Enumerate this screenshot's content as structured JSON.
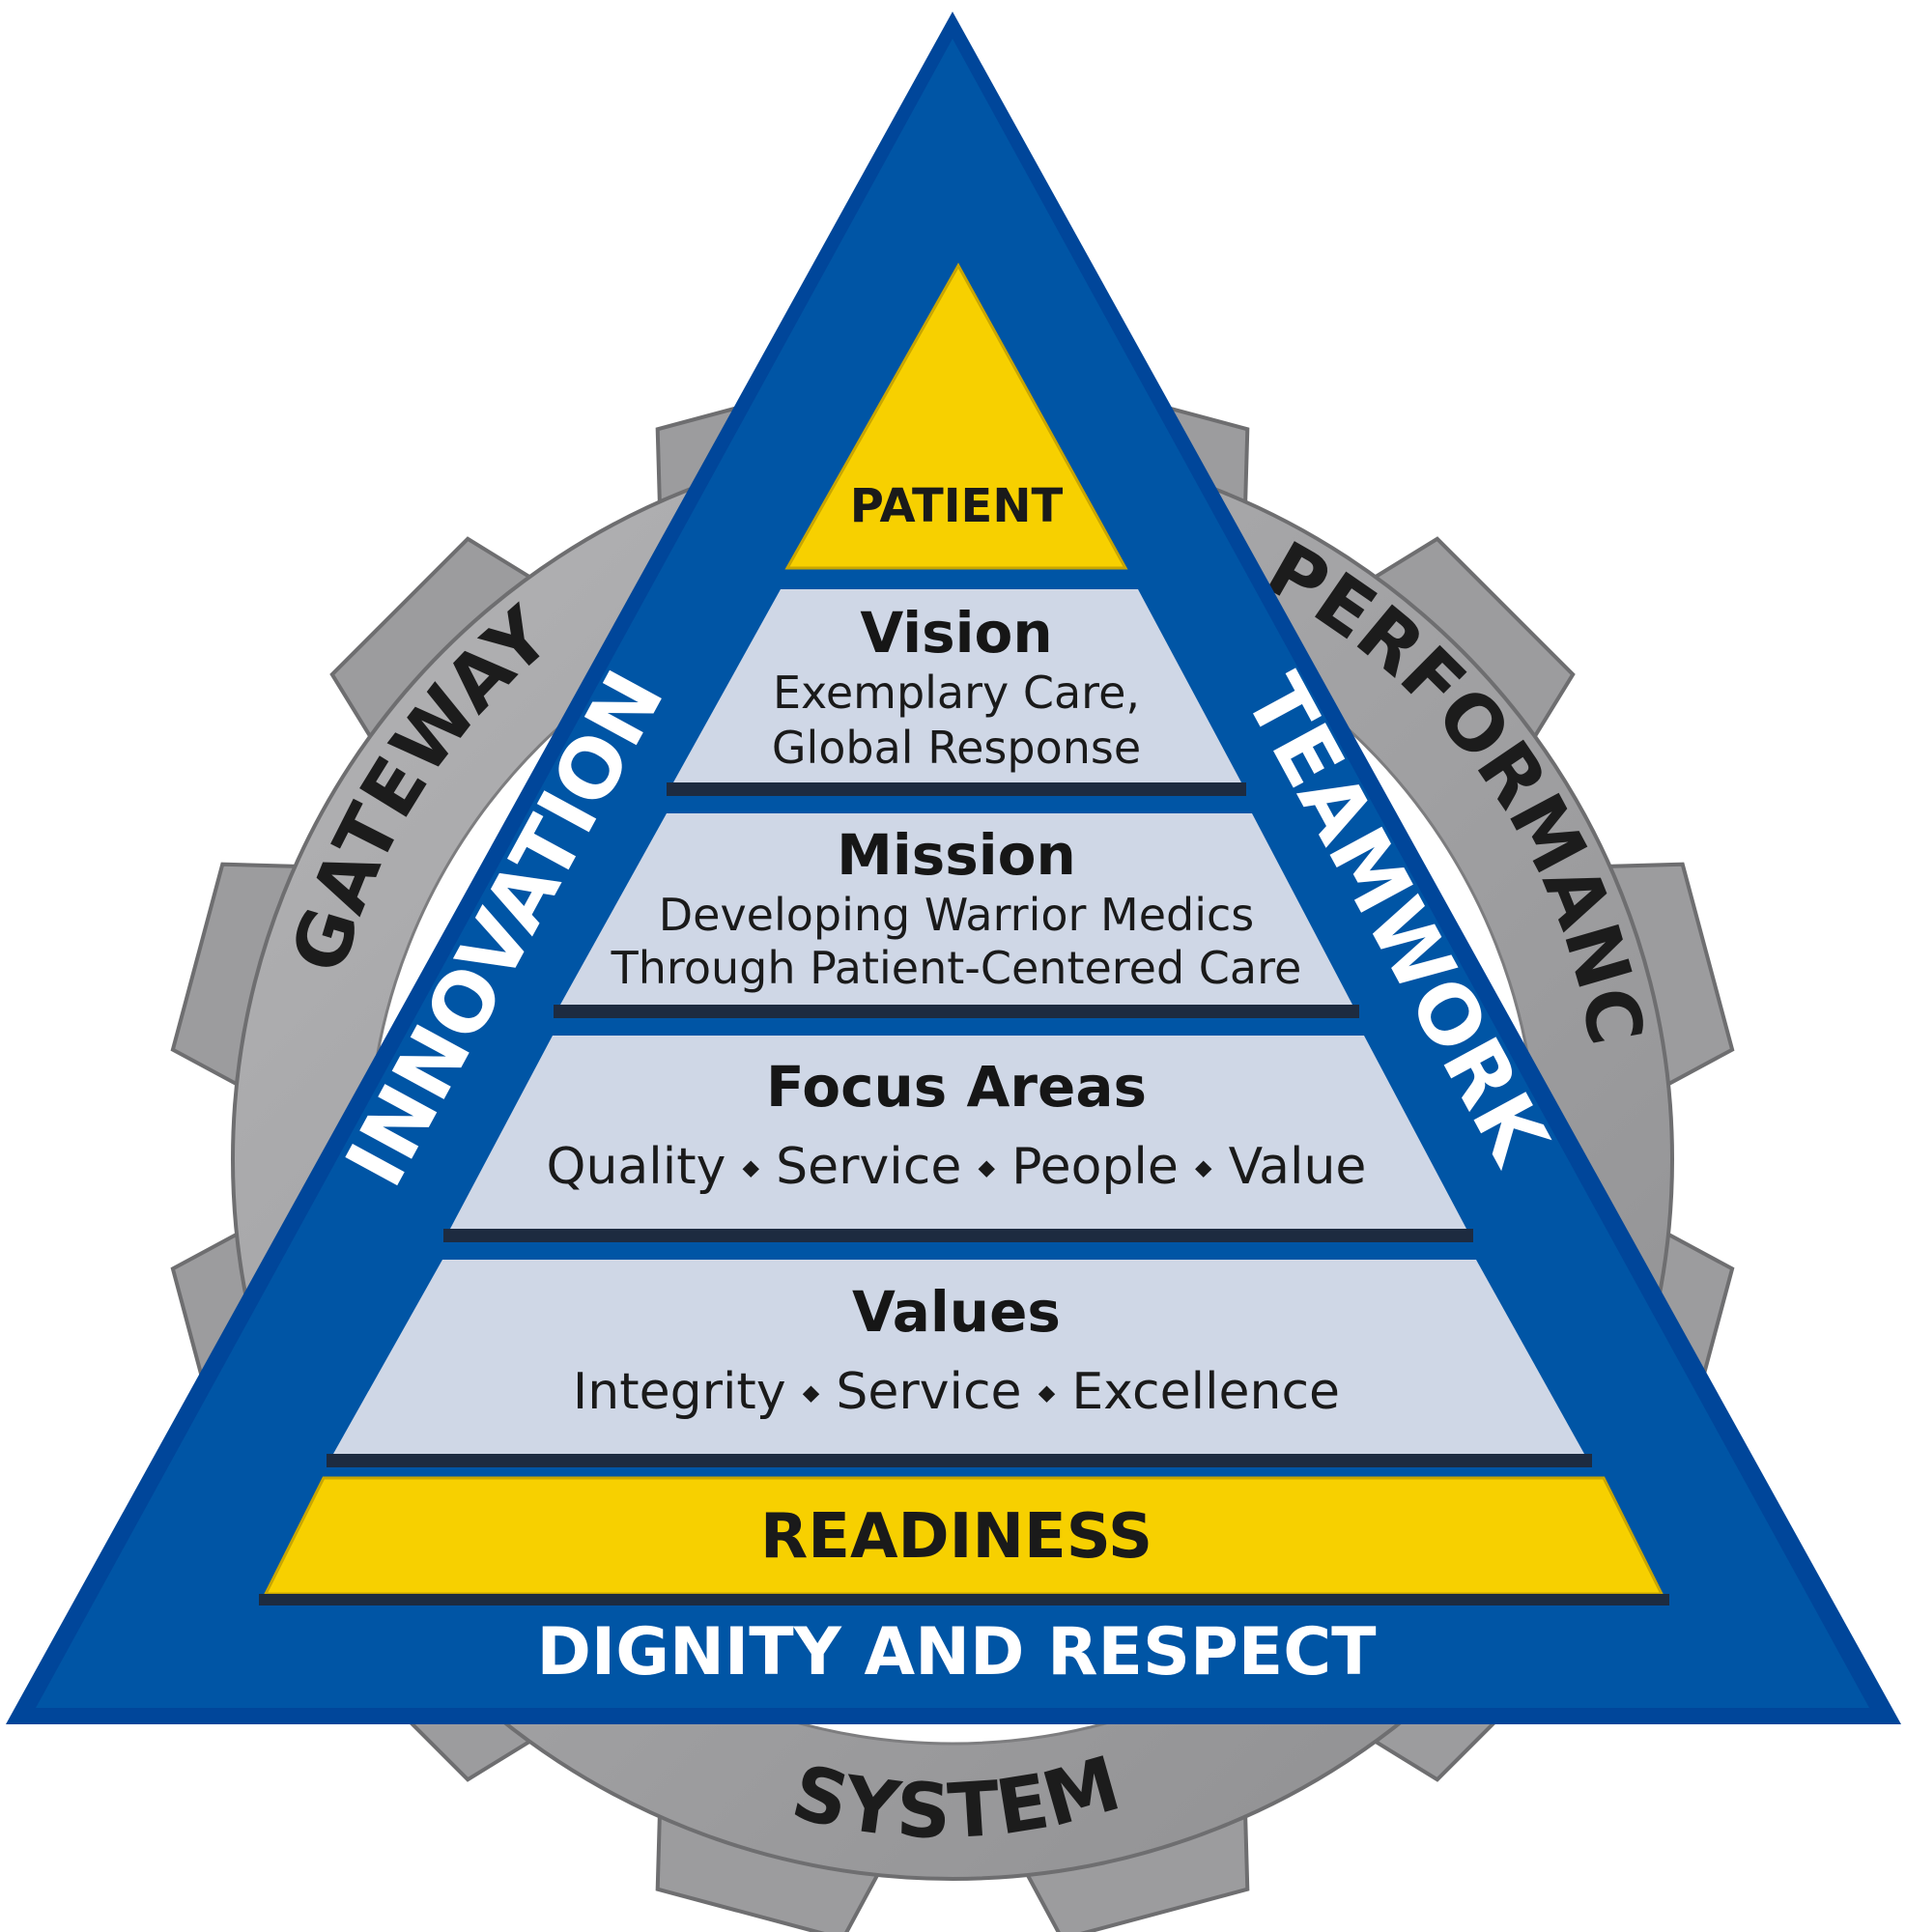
{
  "colors": {
    "blue": "#0055a5",
    "gold": "#f7d000",
    "tier_fill": "#cfd7e6",
    "gear": "#9a9a9c",
    "separator": "#1d2b40"
  },
  "gear": {
    "left_label": "GATEWAY",
    "right_label": "PERFORMANCE",
    "bottom_label": "SYSTEM"
  },
  "sides": {
    "left": "INNOVATION",
    "right": "TEAMWORK"
  },
  "apex": {
    "label": "PATIENT"
  },
  "tiers": [
    {
      "id": "vision",
      "heading": "Vision",
      "lines": [
        "Exemplary Care,",
        "Global Response"
      ]
    },
    {
      "id": "mission",
      "heading": "Mission",
      "lines": [
        "Developing Warrior Medics",
        "Through Patient-Centered Care"
      ]
    },
    {
      "id": "focus",
      "heading": "Focus Areas",
      "lines": [
        "Quality ⬩ Service ⬩ People ⬩ Value"
      ]
    },
    {
      "id": "values",
      "heading": "Values",
      "lines": [
        "Integrity ⬩ Service ⬩ Excellence"
      ]
    }
  ],
  "readiness": {
    "label": "READINESS"
  },
  "base": {
    "label": "DIGNITY AND RESPECT"
  }
}
